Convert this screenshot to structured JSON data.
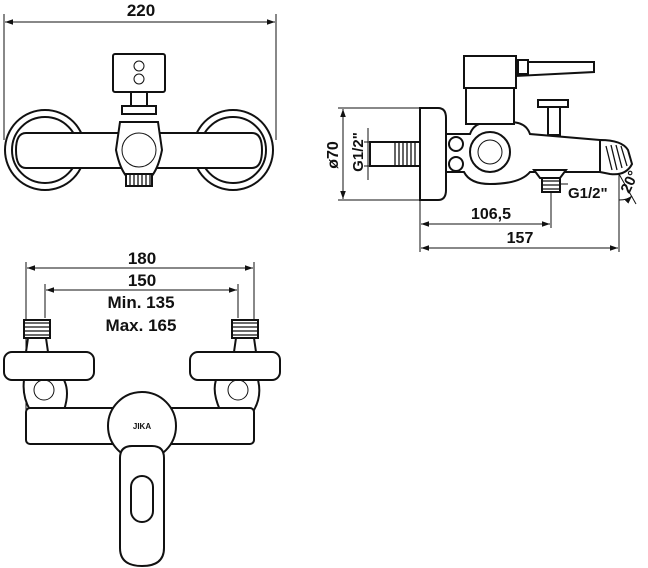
{
  "dimensions": {
    "front_width": "220",
    "top_width": "180",
    "top_inner": "150",
    "top_min": "Min. 135",
    "top_max": "Max. 165",
    "side_diameter": "ø70",
    "side_inlet_thread": "G1/2\"",
    "side_outlet_thread": "G1/2\"",
    "side_depth": "106,5",
    "side_total": "157",
    "side_angle": "20°"
  },
  "brand_logo": "JIKA"
}
